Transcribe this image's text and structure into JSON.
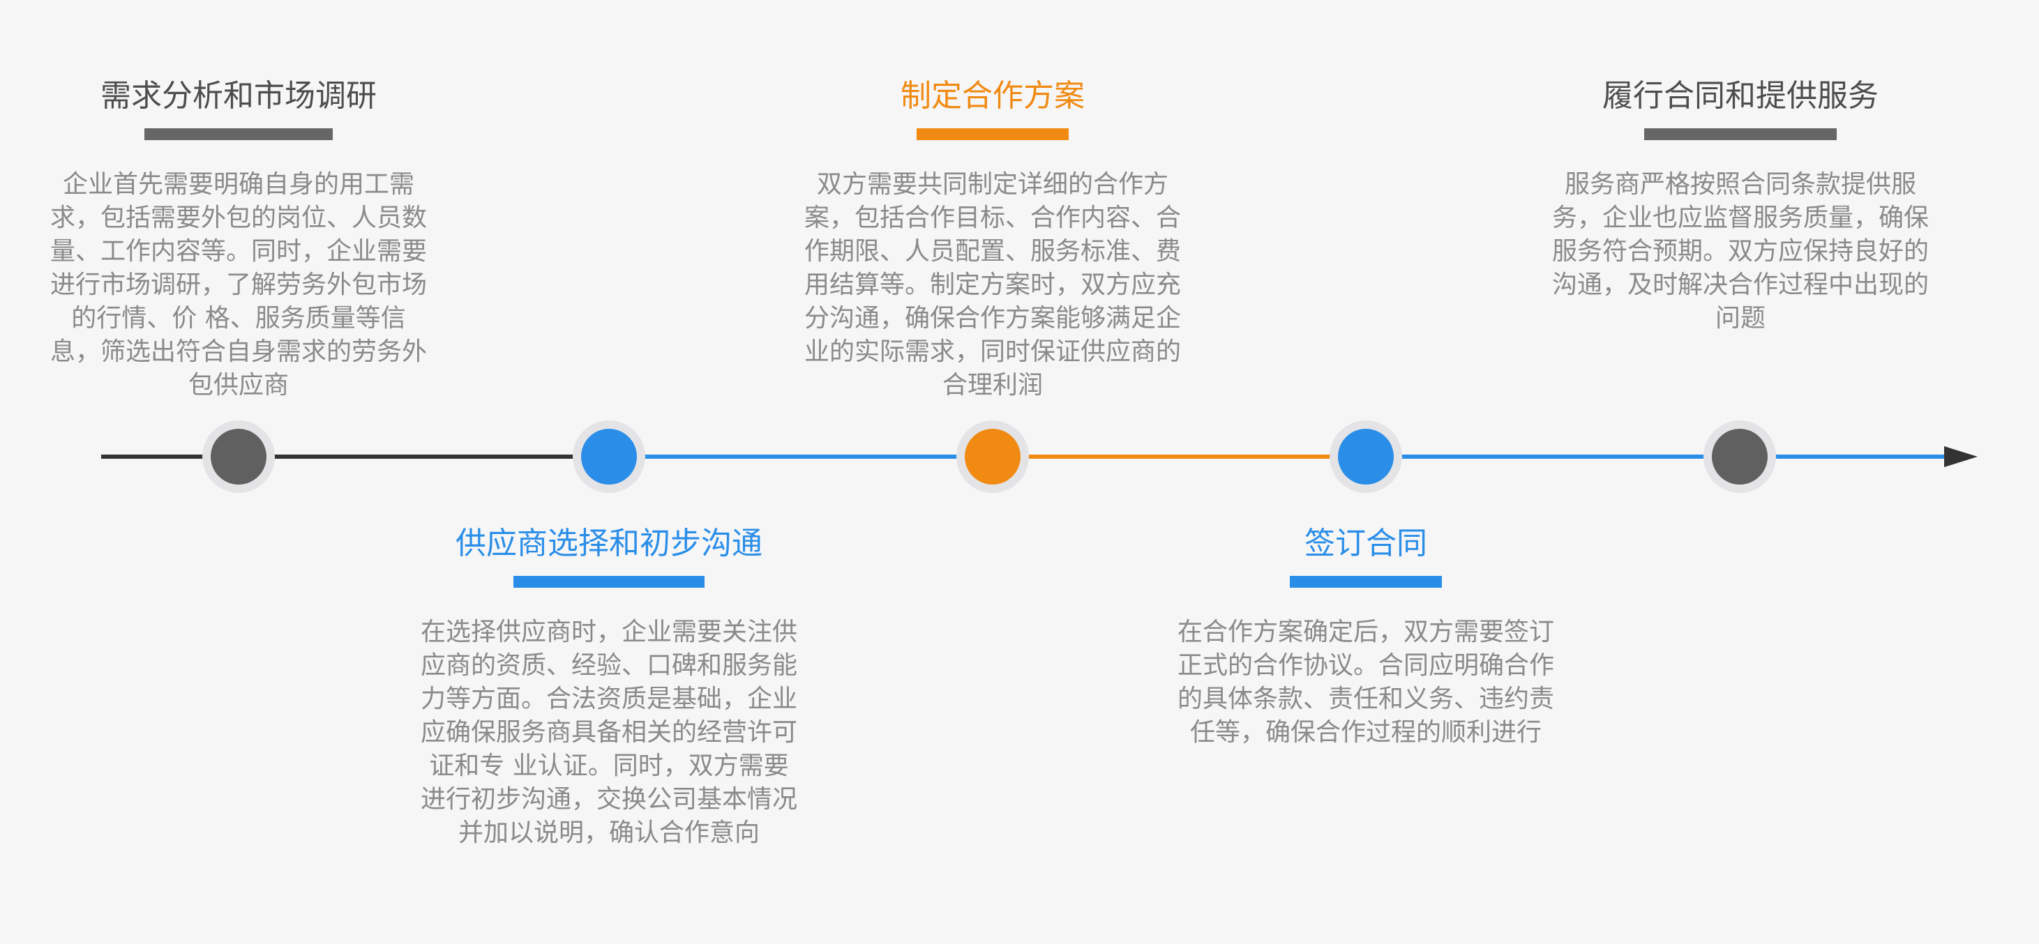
{
  "colors": {
    "gray": "#606060",
    "blue": "#2a8ee8",
    "orange": "#f08a12",
    "axis": "#333333",
    "halo": "#e4e4e6"
  },
  "steps": [
    {
      "title": "需求分析和市场调研",
      "color": "gray",
      "desc": "企业首先需要明确自身的用工需求，包括需要外包的岗位、人员数量、工作内容等。同时，企业需要进行市场调研，了解劳务外包市场的行情、价 格、服务质量等信息，筛选出符合自身需求的劳务外包供应商"
    },
    {
      "title": "供应商选择和初步沟通",
      "color": "blue",
      "desc": "在选择供应商时，企业需要关注供应商的资质、经验、口碑和服务能力等方面。合法资质是基础，企业应确保服务商具备相关的经营许可证和专 业认证。同时，双方需要进行初步沟通，交换公司基本情况并加以说明，确认合作意向"
    },
    {
      "title": "制定合作方案",
      "color": "orange",
      "desc": "双方需要共同制定详细的合作方案，包括合作目标、合作内容、合作期限、人员配置、服务标准、费用结算等。制定方案时，双方应充分沟通，确保合作方案能够满足企业的实际需求，同时保证供应商的合理利润"
    },
    {
      "title": "签订合同",
      "color": "blue",
      "desc": "在合作方案确定后，双方需要签订正式的合作协议。合同应明确合作的具体条款、责任和义务、违约责任等，确保合作过程的顺利进行"
    },
    {
      "title": "履行合同和提供服务",
      "color": "gray",
      "desc": "服务商严格按照合同条款提供服务，企业也应监督服务质量，确保服务符合预期。双方应保持良好的沟通，及时解决合作过程中出现的问题"
    }
  ],
  "timeline": {
    "segment_colors": [
      "axis",
      "gray",
      "blue",
      "orange",
      "blue",
      "blue",
      "axis"
    ],
    "node_colors": [
      "gray",
      "blue",
      "orange",
      "blue",
      "gray"
    ]
  }
}
